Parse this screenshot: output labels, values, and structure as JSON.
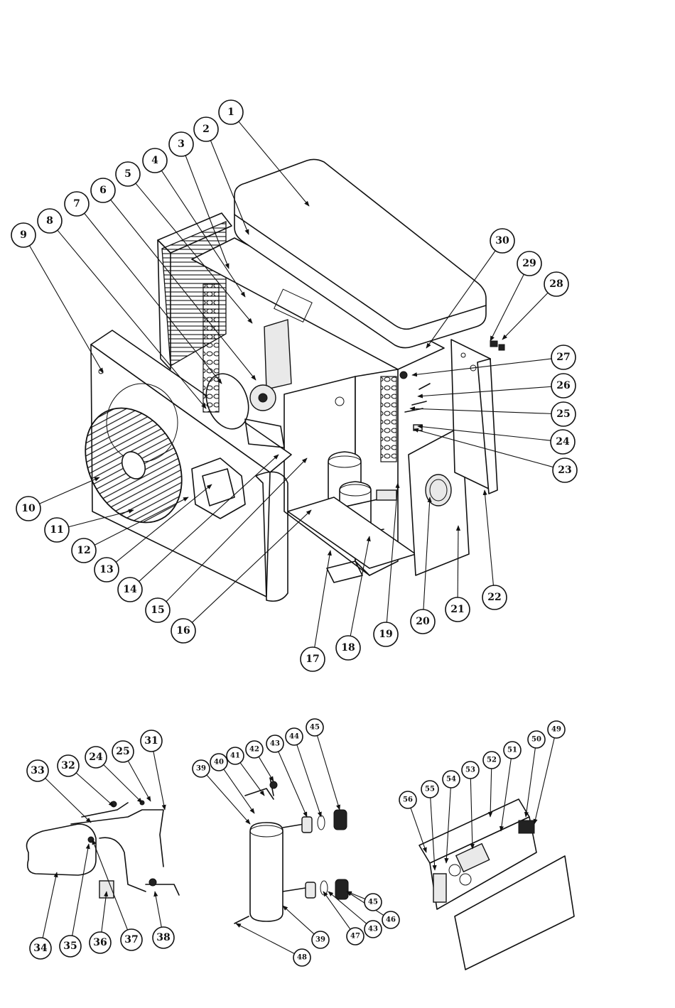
{
  "labels": {
    "main": [
      "1",
      "2",
      "3",
      "4",
      "5",
      "6",
      "7",
      "8",
      "9",
      "10",
      "11",
      "12",
      "13",
      "14",
      "15",
      "16",
      "17",
      "18",
      "19",
      "20",
      "21",
      "22",
      "23",
      "24",
      "25",
      "26",
      "27",
      "28",
      "29",
      "30"
    ],
    "piping": [
      "31",
      "25",
      "24",
      "32",
      "33",
      "34",
      "35",
      "36",
      "37",
      "38"
    ],
    "exchanger": [
      "39",
      "40",
      "41",
      "42",
      "43",
      "44",
      "45",
      "46",
      "43",
      "47",
      "39",
      "48",
      "45"
    ],
    "control": [
      "49",
      "50",
      "51",
      "52",
      "53",
      "54",
      "55",
      "56"
    ]
  }
}
